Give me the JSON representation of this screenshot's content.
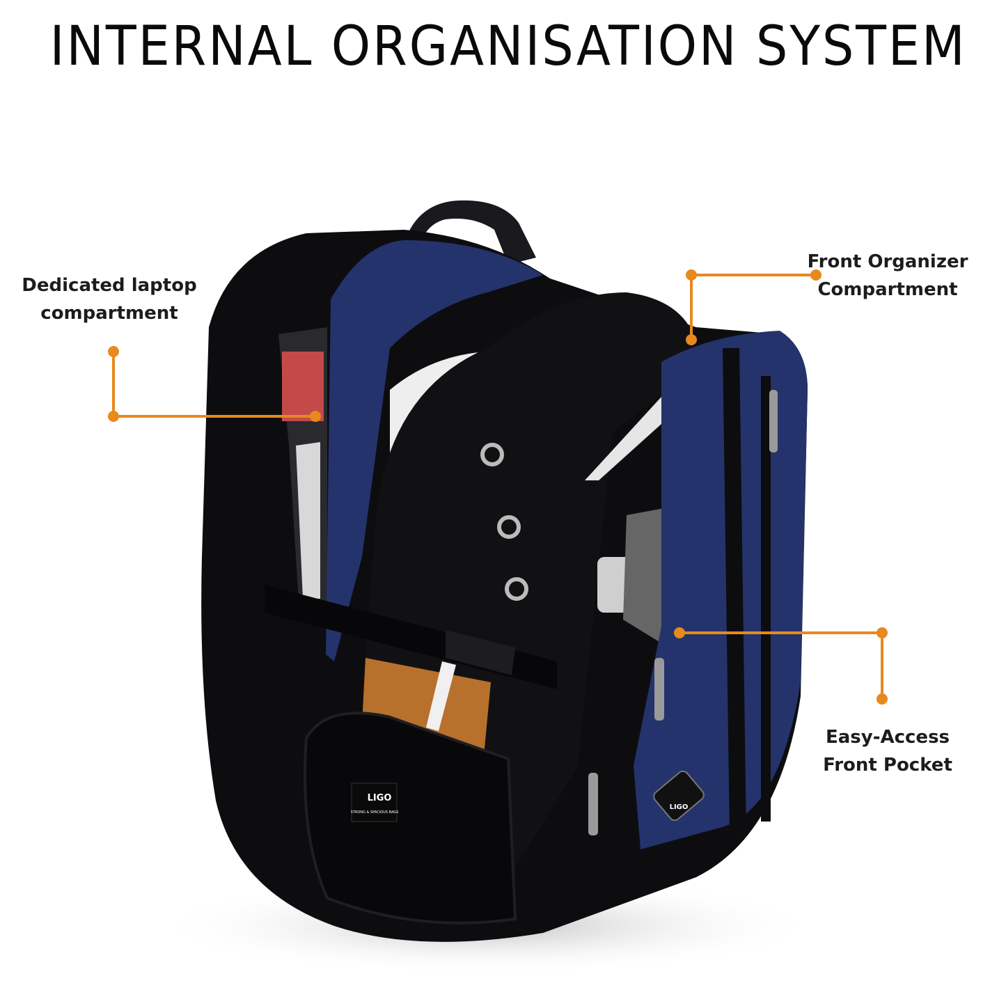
{
  "title": "INTERNAL ORGANISATION SYSTEM",
  "accent_color": "#E8891E",
  "callouts": [
    {
      "line1": "Dedicated laptop",
      "line2": "compartment"
    },
    {
      "line1": "Front Organizer",
      "line2": "Compartment"
    },
    {
      "line1": "Easy-Access",
      "line2": "Front Pocket"
    }
  ],
  "product": {
    "brand_logo_text": "LIGO",
    "brand_tagline": "STRONG & SPACIOUS BAGS",
    "body_color": "#0d0d0f",
    "panel_color": "#24336b"
  }
}
